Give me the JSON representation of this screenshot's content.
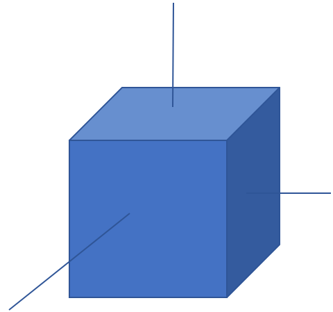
{
  "diagram": {
    "shape": "cube",
    "colors": {
      "front_face": "#4472C4",
      "top_face": "#678FCF",
      "side_face": "#345B9E",
      "edge": "#2F5597",
      "axis_line": "#2F5597",
      "background": "#FFFFFF"
    },
    "axes": [
      "vertical-axis",
      "horizontal-axis",
      "depth-axis"
    ]
  }
}
